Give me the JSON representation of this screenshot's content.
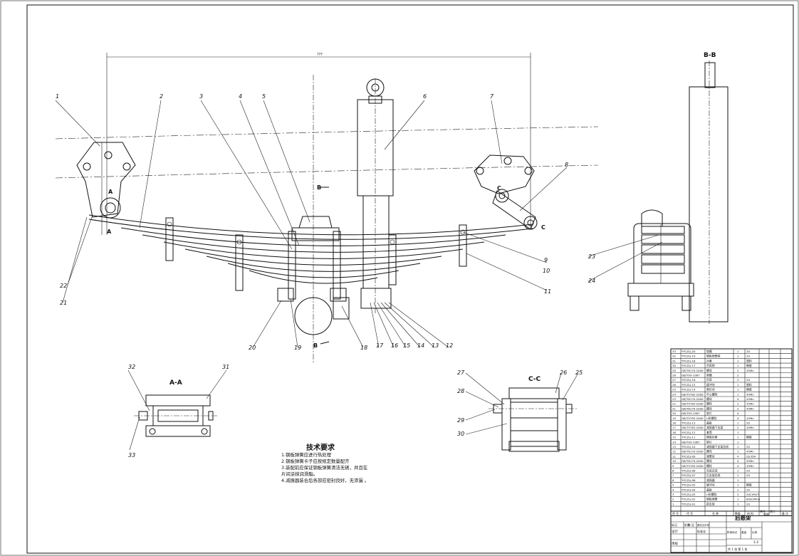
{
  "views": {
    "aa": "A-A",
    "bb": "B-B",
    "cc": "C-C",
    "a_mark": "A",
    "b_mark": "B",
    "c_mark": "C"
  },
  "balloons_top": [
    "1",
    "2",
    "3",
    "4",
    "5",
    "6",
    "7",
    "8"
  ],
  "balloons_right": [
    "9",
    "10",
    "11"
  ],
  "balloons_bottom": [
    "21",
    "22",
    "20",
    "19",
    "18",
    "17",
    "16",
    "15",
    "14",
    "13",
    "12"
  ],
  "balloons_bb": [
    "23",
    "24"
  ],
  "balloons_aa": [
    "32",
    "31",
    "33"
  ],
  "balloons_cc": [
    "27",
    "28",
    "29",
    "30",
    "26",
    "25"
  ],
  "tech": {
    "title": "技术要求",
    "items": [
      "1.钢板弹簧应进行热处理",
      "2.钢板弹簧卡子应按规定数量配齐",
      "3.装配前应保证钢板弹簧清洁无锈，并且在",
      "片间涂抹润滑脂。",
      "4.减振器装合后各部应密封良好，无渗漏 。"
    ]
  },
  "bom": {
    "rows": [
      {
        "no": "33",
        "code": "YYCZLJ-20",
        "name": "垫圈",
        "qty": "1",
        "mat": "20"
      },
      {
        "no": "32",
        "code": "YYCZLJ-19",
        "name": "钢板弹簧销",
        "qty": "1",
        "mat": "20"
      },
      {
        "no": "31",
        "code": "YYCZLJ-18",
        "name": "衬套",
        "qty": "1",
        "mat": "塑料"
      },
      {
        "no": "30",
        "code": "YYCZLJ-17",
        "name": "吊耳销",
        "qty": "1",
        "mat": "橡胶"
      },
      {
        "no": "29",
        "code": "GB/T6170-2000",
        "name": "螺母",
        "qty": "2",
        "mat": "45Mn"
      },
      {
        "no": "28",
        "code": "GB/T93-1987",
        "name": "垫圈",
        "qty": "2",
        "mat": ""
      },
      {
        "no": "27",
        "code": "YYCZLJ-16",
        "name": "吊耳",
        "qty": "2",
        "mat": "20"
      },
      {
        "no": "26",
        "code": "YYCZLJ-15",
        "name": "缓冲块",
        "qty": "1",
        "mat": "塑料"
      },
      {
        "no": "25",
        "code": "YYCZLJ-14",
        "name": "限位块",
        "qty": "1",
        "mat": "橡胶"
      },
      {
        "no": "24",
        "code": "GB/T5782-2000",
        "name": "中心螺栓",
        "qty": "1",
        "mat": "45Mn"
      },
      {
        "no": "23",
        "code": "GB/T6170-2000",
        "name": "螺母",
        "qty": "4",
        "mat": "45Mn"
      },
      {
        "no": "22",
        "code": "GB/T5783-2000",
        "name": "螺栓",
        "qty": "2",
        "mat": "45Mn"
      },
      {
        "no": "21",
        "code": "GB/T6170-2000",
        "name": "螺母",
        "qty": "2",
        "mat": "45Mn"
      },
      {
        "no": "20",
        "code": "GB/T93-1987",
        "name": "垫片",
        "qty": "4",
        "mat": ""
      },
      {
        "no": "19",
        "code": "GB/T5783-2000",
        "name": "U形螺栓",
        "qty": "4",
        "mat": "45Mn"
      },
      {
        "no": "18",
        "code": "YYCZLJ-13",
        "name": "盖板",
        "qty": "1",
        "mat": "20"
      },
      {
        "no": "17",
        "code": "GB/T5783-2000",
        "name": "减振器下支架",
        "qty": "2",
        "mat": "45Mn"
      },
      {
        "no": "16",
        "code": "YYCZLJ-12",
        "name": "套筒",
        "qty": "1",
        "mat": ""
      },
      {
        "no": "15",
        "code": "YYCZLJ-11",
        "name": "橡胶衬套",
        "qty": "1",
        "mat": "橡胶"
      },
      {
        "no": "14",
        "code": "GB/T93-1987",
        "name": "垫片",
        "qty": "1",
        "mat": ""
      },
      {
        "no": "13",
        "code": "YYCZLJ-10",
        "name": "减振器下支架总成",
        "qty": "1",
        "mat": "20"
      },
      {
        "no": "12",
        "code": "GB/T6170-2000",
        "name": "螺母",
        "qty": "1",
        "mat": "45Mn"
      },
      {
        "no": "11",
        "code": "YYCZLJ-09",
        "name": "弹簧夹",
        "qty": "4",
        "mat": "Q235A"
      },
      {
        "no": "10",
        "code": "GB/T6170-2000",
        "name": "螺母",
        "qty": "4",
        "mat": "45Mn"
      },
      {
        "no": "9",
        "code": "GB/T5783-2000",
        "name": "螺栓",
        "qty": "4",
        "mat": "45Mn"
      },
      {
        "no": "8",
        "code": "YYCZLJ-08",
        "name": "吊耳总成",
        "qty": "1",
        "mat": "20"
      },
      {
        "no": "7",
        "code": "YYCZLJ-07",
        "name": "后支架总成",
        "qty": "1",
        "mat": "20"
      },
      {
        "no": "6",
        "code": "YYCZLJ-06",
        "name": "减振器",
        "qty": "1",
        "mat": ""
      },
      {
        "no": "5",
        "code": "YYCZLJ-05",
        "name": "缓冲块",
        "qty": "1",
        "mat": "橡胶"
      },
      {
        "no": "4",
        "code": "YYCZLJ-04",
        "name": "盖板",
        "qty": "1",
        "mat": "20"
      },
      {
        "no": "3",
        "code": "YYCZLJ-03",
        "name": "U形螺栓",
        "qty": "2",
        "mat": "20CrMnTi"
      },
      {
        "no": "2",
        "code": "YYCZLJ-02",
        "name": "钢板弹簧",
        "qty": "1",
        "mat": "60Si2MnA"
      },
      {
        "no": "1",
        "code": "YYCZLJ-01",
        "name": "前支架",
        "qty": "1",
        "mat": "20"
      }
    ],
    "header": {
      "no": "序 号",
      "code": "代 号",
      "name": "名 称",
      "qty": "数量",
      "mat": "材 料",
      "single": "单件",
      "total": "总计",
      "weight": "重量",
      "remark": "备 注"
    }
  },
  "title_block": {
    "name": "后悬架",
    "mark": "标记",
    "count": "处数",
    "zone": "分 区",
    "change": "更改文件号",
    "design": "设计",
    "standard": "标准化",
    "check": "审核",
    "stage": "阶段标记",
    "weight": "重量",
    "scale": "比例",
    "scale_val": "1:2",
    "sheets": "共 1 张  第 1 张"
  }
}
